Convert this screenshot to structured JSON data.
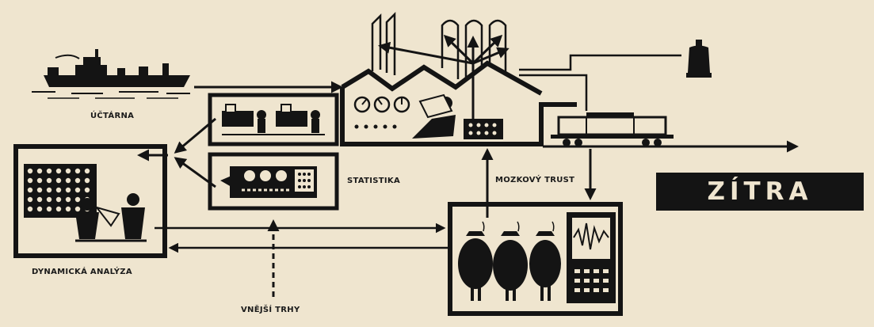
{
  "labels": {
    "uctarna": "ÚČTÁRNA",
    "statistika": "STATISTIKA",
    "mozkovy_trust": "MOZKOVÝ TRUST",
    "dynamicka_analyza": "DYNAMICKÁ ANALÝZA",
    "vnejsi_trhy": "VNĚJŠÍ TRHY"
  },
  "banner": {
    "text": "ZÍTRA"
  },
  "colors": {
    "ink": "#141414",
    "paper": "#efe5cf"
  }
}
